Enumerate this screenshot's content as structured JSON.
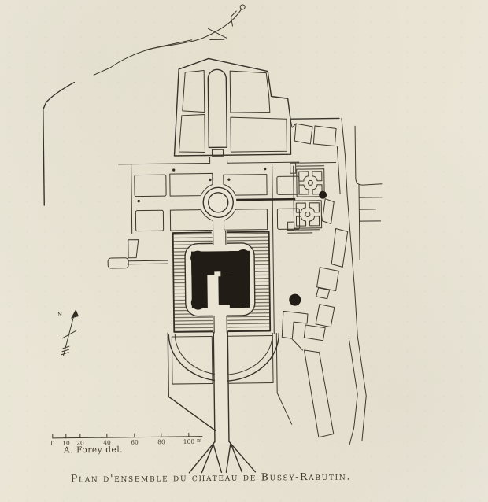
{
  "engraving": {
    "caption": "Plan d'ensemble du chateau de Bussy-Rabutin.",
    "attribution": "A. Forey del.",
    "north_label": "N",
    "scale_bar": {
      "tick_labels": [
        "0",
        "10",
        "20",
        "40",
        "60",
        "80",
        "100"
      ],
      "unit": "m"
    },
    "palette": {
      "paper": "#e9e4d4",
      "ink": "#3c372c",
      "building_fill": "#211c15"
    }
  }
}
